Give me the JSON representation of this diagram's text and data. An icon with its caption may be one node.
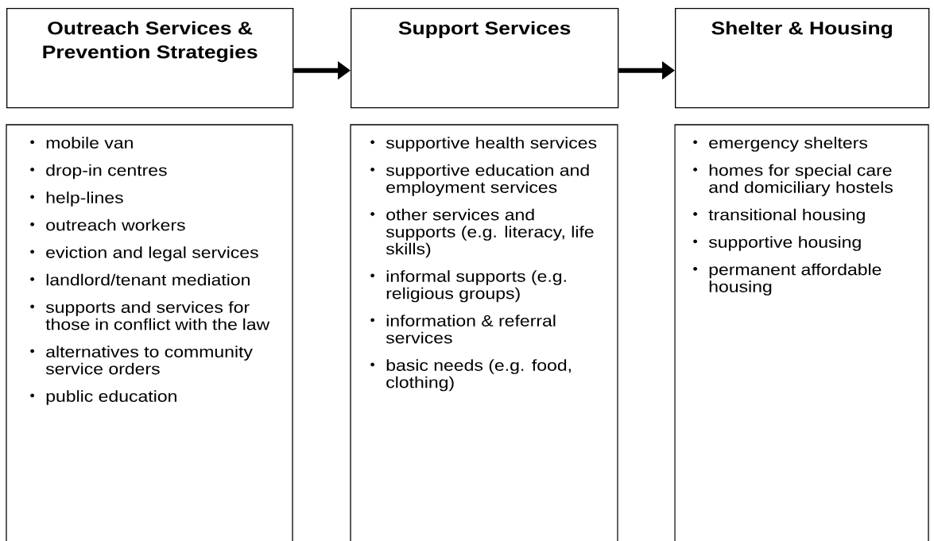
{
  "diagram": {
    "nodes": [
      {
        "text": [
          "Outreach Services & Prevention Strategies"
        ]
      },
      {
        "text": [
          "Support Services"
        ]
      },
      {
        "text": [
          "Shelter & Housing"
        ]
      },
      {
        "text": [
          "mobile van",
          "drop-in centres",
          "help-lines",
          "outreach workers",
          "eviction and legal services",
          "landlord/tenant mediation",
          "supports and services for those in conflict with the law",
          "alternatives to community service orders",
          "public education"
        ]
      },
      {
        "text": [
          "supportive health services",
          "supportive education and employment services",
          "other services and supports (e.g. literacy, life skills)",
          "informal supports (e.g. religious groups)",
          "information & referral services",
          "basic needs (e.g. food, clothing)"
        ]
      },
      {
        "text": [
          "emergency shelters",
          "homes for special care and domiciliary hostels",
          "transitional housing",
          "supportive housing",
          "permanent affordable housing"
        ]
      }
    ],
    "edges": [
      {
        "from": 0,
        "to": 1,
        "arrow": "to"
      },
      {
        "from": 1,
        "to": 2,
        "arrow": "to"
      }
    ]
  }
}
